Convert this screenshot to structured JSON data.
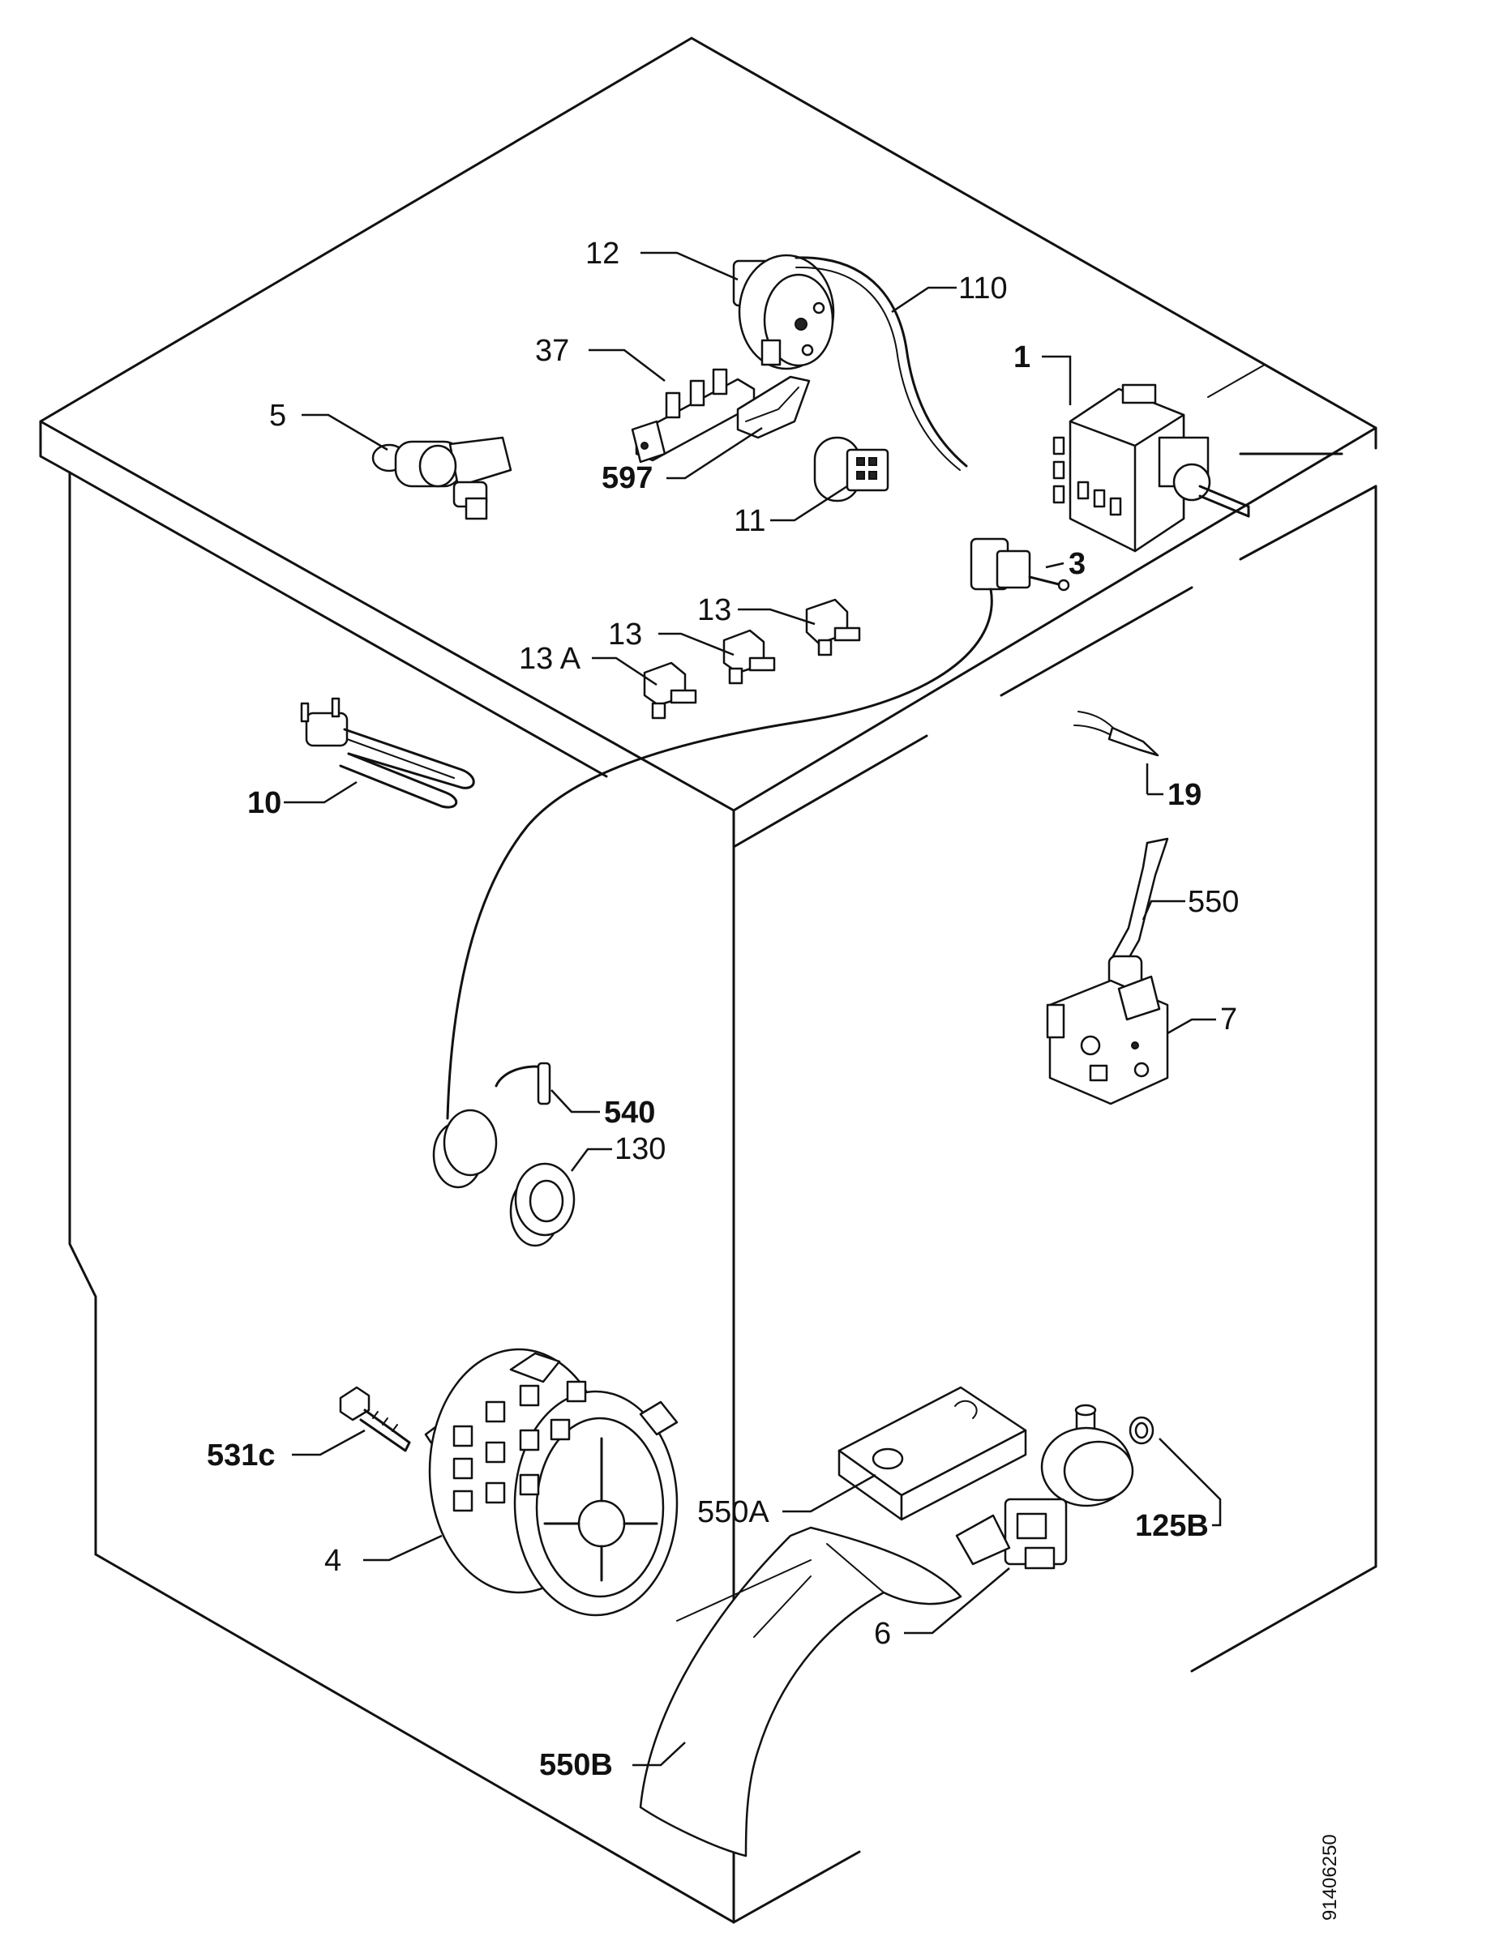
{
  "labels": {
    "p12": "12",
    "p110": "110",
    "p37": "37",
    "p1": "1",
    "p5": "5",
    "p597": "597",
    "p11": "11",
    "p3": "3",
    "p13a": "13",
    "p13b": "13",
    "p13A": "13 A",
    "p10": "10",
    "p19": "19",
    "p550": "550",
    "p7": "7",
    "p540": "540",
    "p130": "130",
    "p531c": "531c",
    "p4": "4",
    "p550A": "550A",
    "p125B": "125B",
    "p6": "6",
    "p550B": "550B"
  },
  "drawing_ref": "91406250"
}
